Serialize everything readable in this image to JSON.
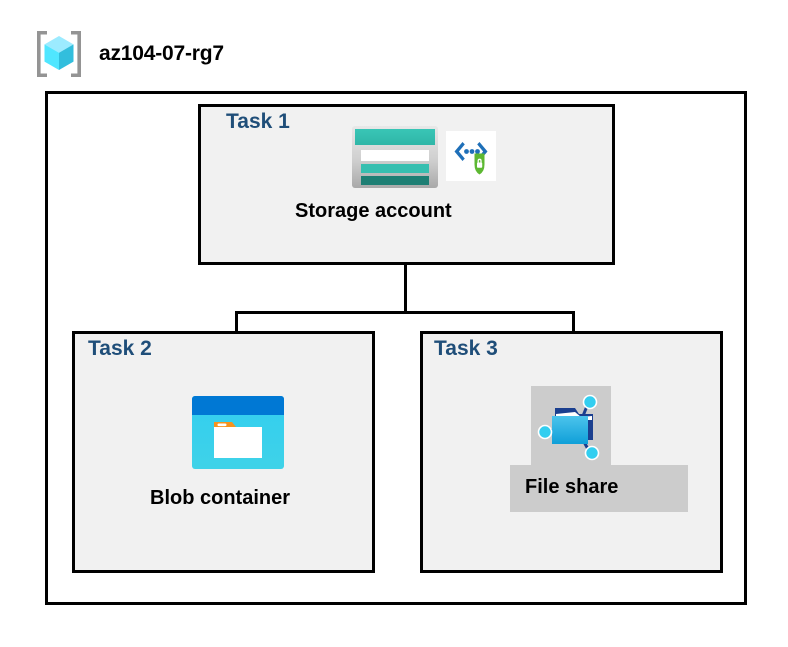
{
  "header": {
    "icon": "resource-group-cube-icon",
    "title": "az104-07-rg7"
  },
  "container": {
    "name": "resource-group-boundary"
  },
  "tasks": [
    {
      "id": "task-1",
      "label": "Task 1",
      "node_label": "Storage account",
      "icons": [
        "storage-account-icon",
        "managed-identity-shield-icon"
      ],
      "selected": false
    },
    {
      "id": "task-2",
      "label": "Task 2",
      "node_label": "Blob container",
      "icons": [
        "blob-container-icon"
      ],
      "selected": false
    },
    {
      "id": "task-3",
      "label": "Task 3",
      "node_label": "File share",
      "icons": [
        "file-share-icon"
      ],
      "selected": true
    }
  ],
  "connectors": {
    "from": "Storage account",
    "to": [
      "Blob container",
      "File share"
    ]
  },
  "colors": {
    "task_label": "#1F4E79",
    "box_fill": "#F1F1F1",
    "box_border": "#000000",
    "page_background": "#FFFFFF",
    "selection_highlight": "#CCCCCC",
    "storage_teal": "#37BFB0",
    "storage_teal_dark": "#1E7F74",
    "blob_blue": "#0078D4",
    "blob_cyan": "#32CEF0",
    "folder_orange": "#F7931E",
    "shield_green": "#5DB832",
    "bracket_blue": "#0078D4",
    "cube_cyan": "#50E6FF",
    "bracket_gray": "#949494"
  }
}
